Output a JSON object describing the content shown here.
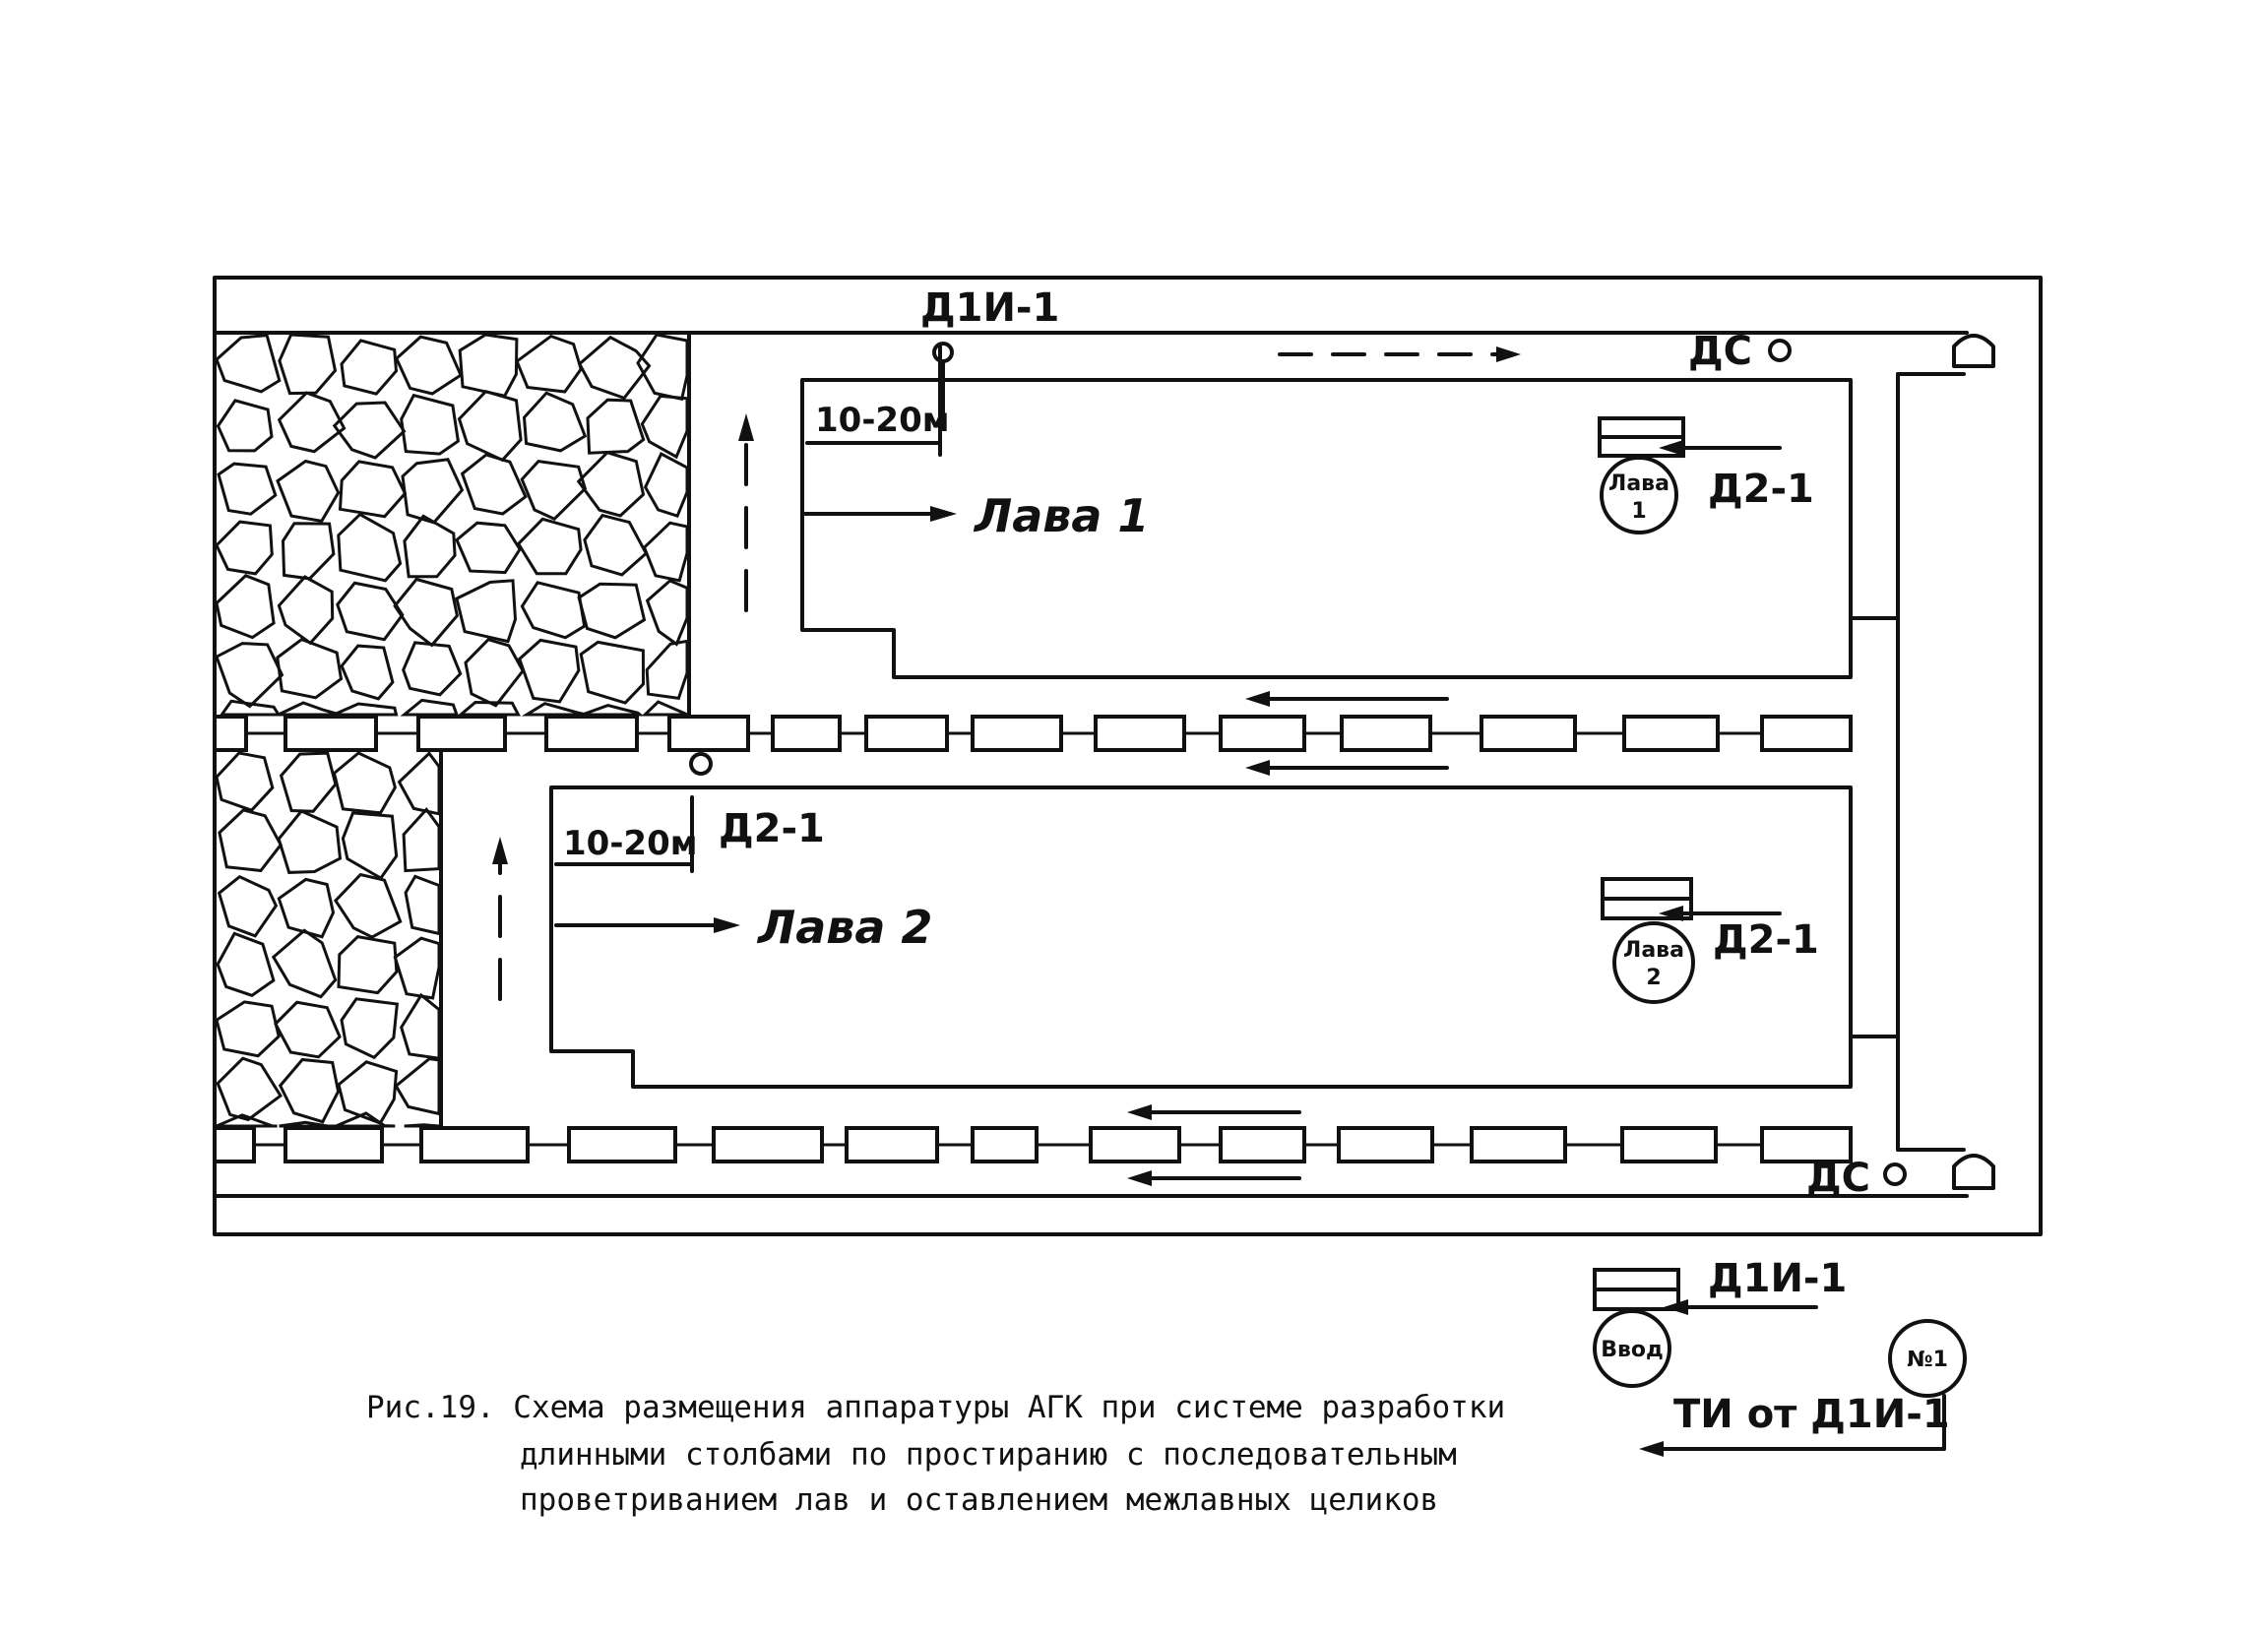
{
  "diagram": {
    "labels": {
      "d1i_top": "Д1И-1",
      "ds_top": "ДС",
      "dist_top": "10-20м",
      "lava1": "Лава 1",
      "d21_upper": "Д2-1",
      "d21_mid": "Д2-1",
      "dist_bottom": "10-20м",
      "lava2": "Лава 2",
      "d21_lower": "Д2-1",
      "ds_bottom": "ДС",
      "d1i_bottom": "Д1И-1",
      "ti": "ТИ от Д1И-1"
    },
    "circle_labels": {
      "lava1_line1": "Лава",
      "lava1_line2": "1",
      "lava2_line1": "Лава",
      "lava2_line2": "2",
      "vvod": "Ввод",
      "n1": "№1"
    }
  },
  "caption": {
    "line1": "Рис.19. Схема размещения аппаратуры АГК при системе разработки",
    "line2": "длинными столбами по простиранию с последовательным",
    "line3": "проветриванием лав и оставлением межлавных целиков"
  },
  "colors": {
    "ink": "#111111",
    "paper": "#ffffff"
  }
}
